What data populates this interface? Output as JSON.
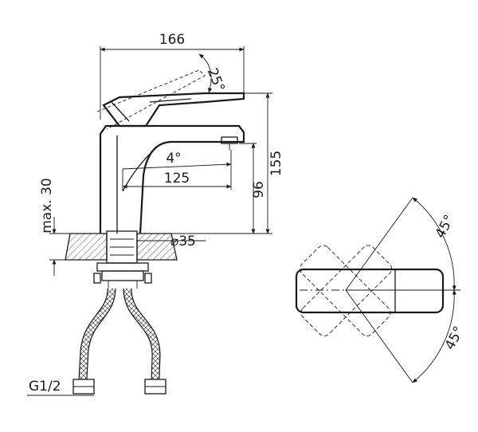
{
  "side_view": {
    "dimensions": {
      "overall_length": "166",
      "lever_angle": "25°",
      "spout_angle": "4°",
      "spout_reach": "125",
      "spout_height": "96",
      "total_height": "155",
      "max_deck_thickness": "max. 30",
      "hole_diameter": "⌀35",
      "hose_connection": "G1/2"
    }
  },
  "top_view": {
    "dimensions": {
      "rotation_upper": "45°",
      "rotation_lower": "45°"
    }
  }
}
